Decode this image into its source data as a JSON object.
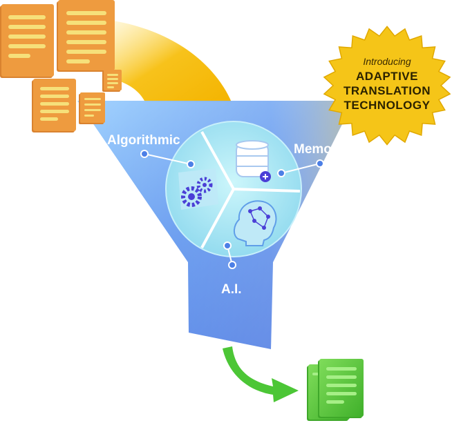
{
  "badge": {
    "intro": "Introducing",
    "line1": "ADAPTIVE",
    "line2": "TRANSLATION",
    "line3": "TECHNOLOGY"
  },
  "funnel": {
    "labels": {
      "algorithmic": "Algorithmic",
      "memory": "Memory",
      "ai": "A.I."
    }
  },
  "icons": {
    "input": "document-stack-icon",
    "output": "translated-documents-icon",
    "algorithmic": "gears-icon",
    "memory": "database-plus-icon",
    "ai": "head-circuit-icon"
  },
  "colors": {
    "doc_orange": "#E9963A",
    "doc_line": "#F6E07A",
    "arc_yellow": "#F7C21B",
    "funnel_top": "#5BA8EE",
    "funnel_bottom": "#3B6FE0",
    "badge_yellow": "#F5C518",
    "output_green": "#4CC636",
    "icon_purple": "#4B3FD6"
  }
}
